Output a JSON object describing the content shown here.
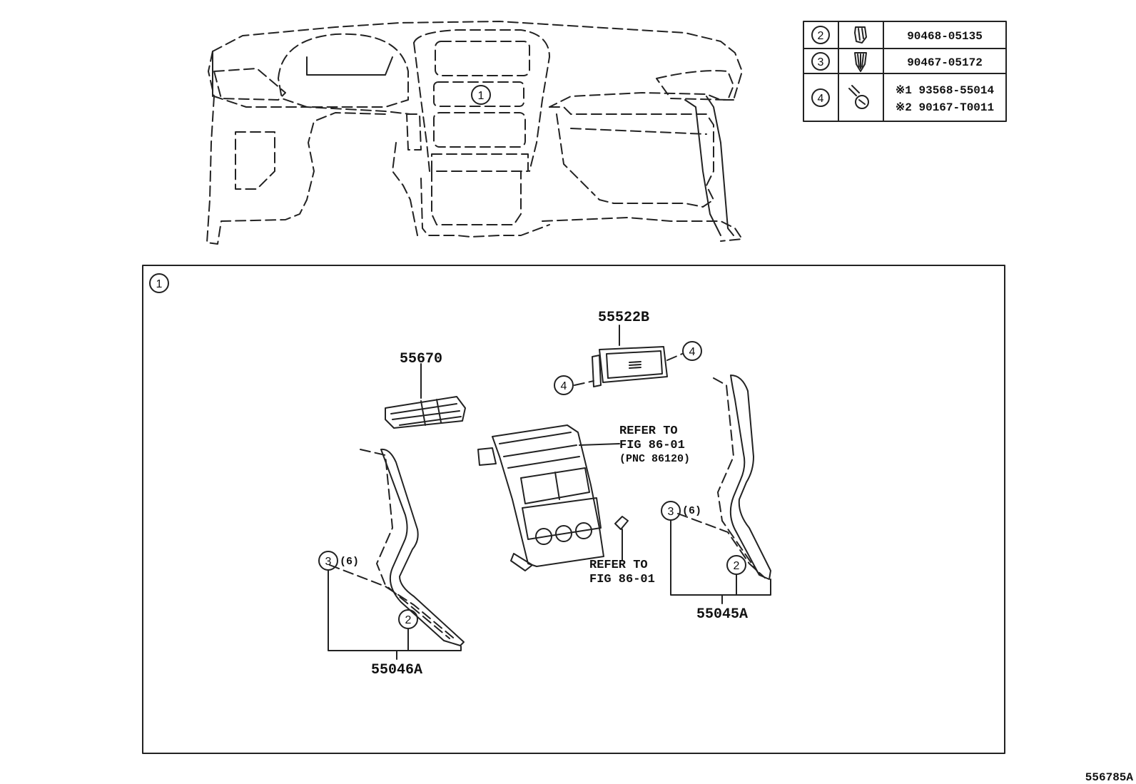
{
  "callouts": {
    "overview": "1",
    "detail_box": "1",
    "clip_a": "2",
    "clip_b": "3",
    "screw": "4"
  },
  "parts_table": [
    {
      "ref": "2",
      "icon": "clip-icon",
      "part": "90468-05135",
      "part2": ""
    },
    {
      "ref": "3",
      "icon": "clip-icon",
      "part": "90467-05172",
      "part2": ""
    },
    {
      "ref": "4",
      "icon": "screw-icon",
      "part": "※1 93568-55014",
      "part2": "※2 90167-T0011"
    }
  ],
  "labels": {
    "vent": "55670",
    "switch_panel": "55522B",
    "refer_top_1": "REFER TO",
    "refer_top_2": "FIG 86-01",
    "refer_top_3": "(PNC 86120)",
    "refer_bottom_1": "REFER TO",
    "refer_bottom_2": "FIG 86-01",
    "qty_left": "(6)",
    "qty_right": "(6)",
    "panel_left": "55046A",
    "panel_right": "55045A",
    "figure_id": "556785A"
  }
}
